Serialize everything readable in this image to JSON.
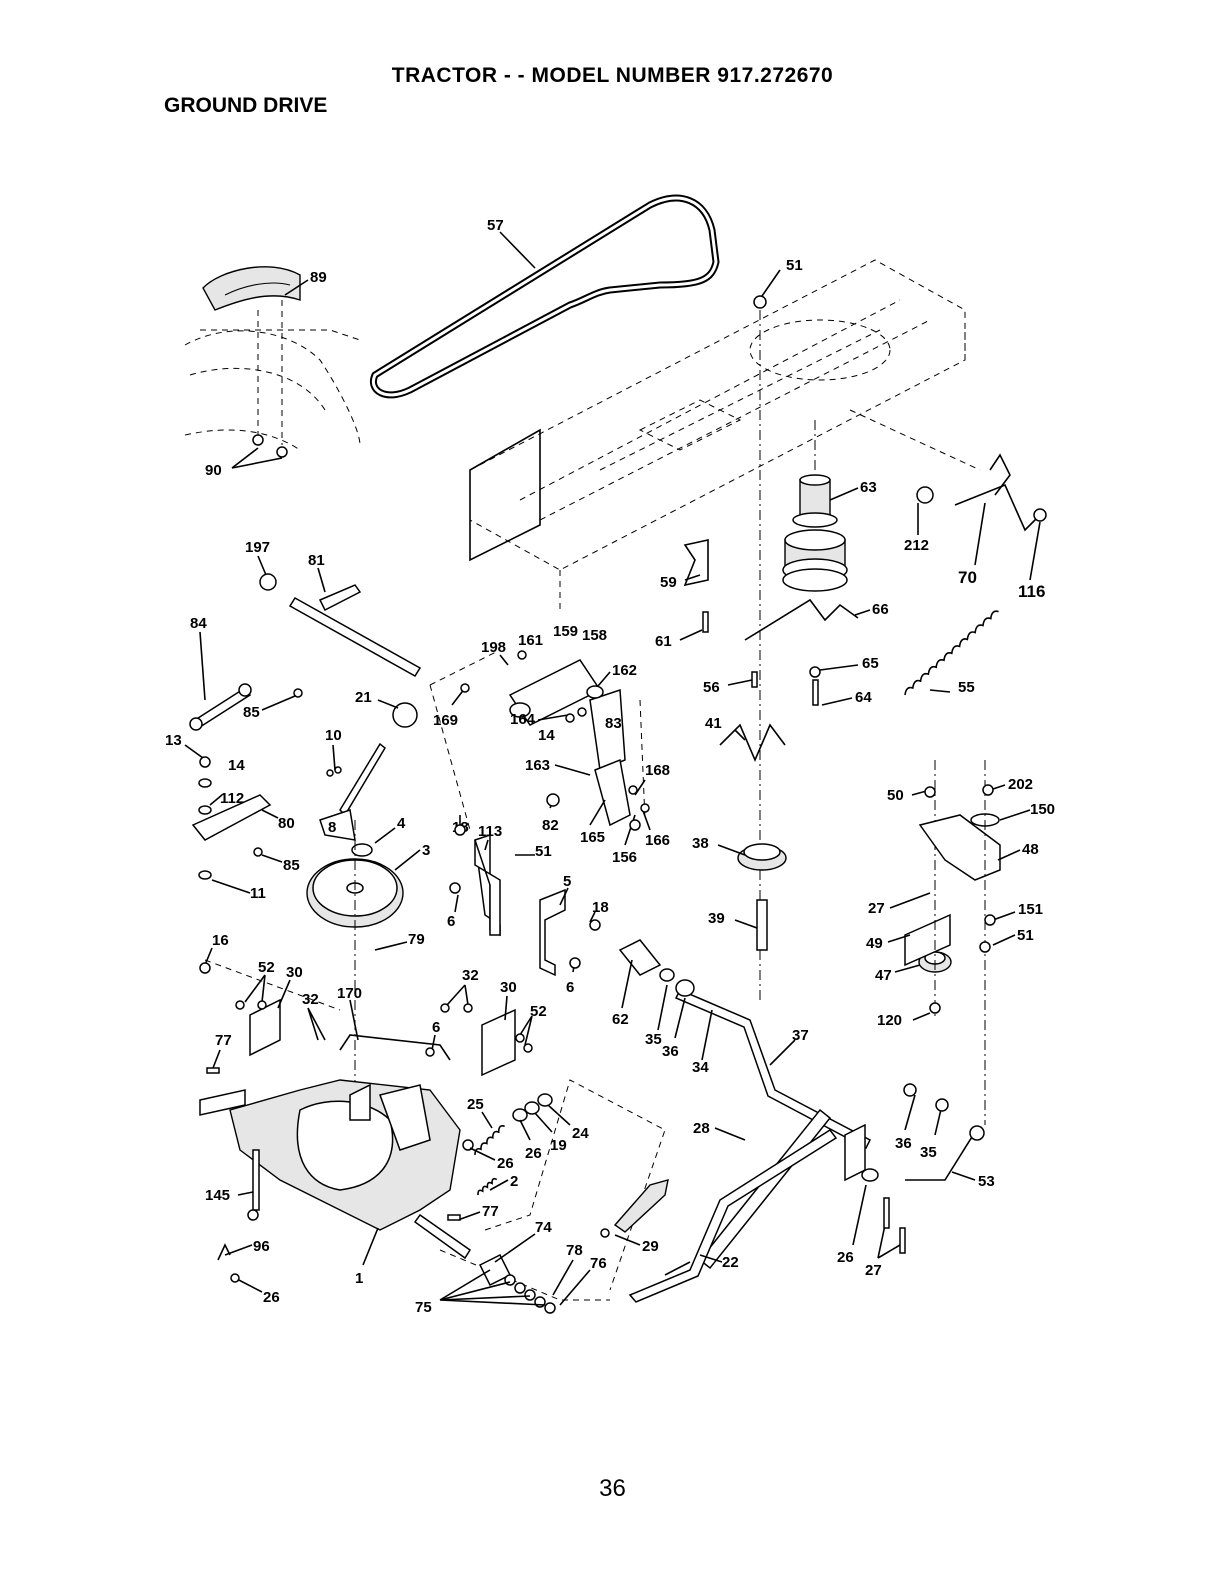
{
  "header": {
    "title": "TRACTOR - - MODEL NUMBER  917.272670",
    "section": "GROUND DRIVE"
  },
  "page_number": "36",
  "callouts": [
    {
      "id": "c57",
      "text": "57"
    },
    {
      "id": "c51a",
      "text": "51"
    },
    {
      "id": "c89",
      "text": "89"
    },
    {
      "id": "c90",
      "text": "90"
    },
    {
      "id": "c63",
      "text": "63"
    },
    {
      "id": "c212",
      "text": "212"
    },
    {
      "id": "c70",
      "text": "70"
    },
    {
      "id": "c116",
      "text": "116"
    },
    {
      "id": "c197",
      "text": "197"
    },
    {
      "id": "c81",
      "text": "81"
    },
    {
      "id": "c84",
      "text": "84"
    },
    {
      "id": "c59",
      "text": "59"
    },
    {
      "id": "c66",
      "text": "66"
    },
    {
      "id": "c61",
      "text": "61"
    },
    {
      "id": "c65",
      "text": "65"
    },
    {
      "id": "c55",
      "text": "55"
    },
    {
      "id": "c56",
      "text": "56"
    },
    {
      "id": "c64",
      "text": "64"
    },
    {
      "id": "c198",
      "text": "198"
    },
    {
      "id": "c161",
      "text": "161"
    },
    {
      "id": "c159",
      "text": "159"
    },
    {
      "id": "c158",
      "text": "158"
    },
    {
      "id": "c162",
      "text": "162"
    },
    {
      "id": "c85a",
      "text": "85"
    },
    {
      "id": "c21",
      "text": "21"
    },
    {
      "id": "c169",
      "text": "169"
    },
    {
      "id": "c164",
      "text": "164"
    },
    {
      "id": "c83",
      "text": "83"
    },
    {
      "id": "c14b",
      "text": "14"
    },
    {
      "id": "c41",
      "text": "41"
    },
    {
      "id": "c13",
      "text": "13"
    },
    {
      "id": "c14",
      "text": "14"
    },
    {
      "id": "c10",
      "text": "10"
    },
    {
      "id": "c163",
      "text": "163"
    },
    {
      "id": "c168",
      "text": "168"
    },
    {
      "id": "c202",
      "text": "202"
    },
    {
      "id": "c112",
      "text": "112"
    },
    {
      "id": "c50",
      "text": "50"
    },
    {
      "id": "c150",
      "text": "150"
    },
    {
      "id": "c80",
      "text": "80"
    },
    {
      "id": "c8",
      "text": "8"
    },
    {
      "id": "c4",
      "text": "4"
    },
    {
      "id": "c18a",
      "text": "18"
    },
    {
      "id": "c113",
      "text": "113"
    },
    {
      "id": "c82",
      "text": "82"
    },
    {
      "id": "c165",
      "text": "165"
    },
    {
      "id": "c166",
      "text": "166"
    },
    {
      "id": "c156",
      "text": "156"
    },
    {
      "id": "c48",
      "text": "48"
    },
    {
      "id": "c38",
      "text": "38"
    },
    {
      "id": "c85b",
      "text": "85"
    },
    {
      "id": "c3",
      "text": "3"
    },
    {
      "id": "c51b",
      "text": "51"
    },
    {
      "id": "c11",
      "text": "11"
    },
    {
      "id": "c5",
      "text": "5"
    },
    {
      "id": "c18b",
      "text": "18"
    },
    {
      "id": "c6a",
      "text": "6"
    },
    {
      "id": "c27a",
      "text": "27"
    },
    {
      "id": "c151",
      "text": "151"
    },
    {
      "id": "c39",
      "text": "39"
    },
    {
      "id": "c51c",
      "text": "51"
    },
    {
      "id": "c49",
      "text": "49"
    },
    {
      "id": "c16",
      "text": "16"
    },
    {
      "id": "c79",
      "text": "79"
    },
    {
      "id": "c47",
      "text": "47"
    },
    {
      "id": "c52a",
      "text": "52"
    },
    {
      "id": "c30a",
      "text": "30"
    },
    {
      "id": "c32a",
      "text": "32"
    },
    {
      "id": "c6b",
      "text": "6"
    },
    {
      "id": "c30b",
      "text": "30"
    },
    {
      "id": "c32b",
      "text": "32"
    },
    {
      "id": "c170",
      "text": "170"
    },
    {
      "id": "c52b",
      "text": "52"
    },
    {
      "id": "c62",
      "text": "62"
    },
    {
      "id": "c35a",
      "text": "35"
    },
    {
      "id": "c36a",
      "text": "36"
    },
    {
      "id": "c120",
      "text": "120"
    },
    {
      "id": "c6c",
      "text": "6"
    },
    {
      "id": "c37",
      "text": "37"
    },
    {
      "id": "c77a",
      "text": "77"
    },
    {
      "id": "c34",
      "text": "34"
    },
    {
      "id": "c25",
      "text": "25"
    },
    {
      "id": "c24",
      "text": "24"
    },
    {
      "id": "c26a",
      "text": "26"
    },
    {
      "id": "c19",
      "text": "19"
    },
    {
      "id": "c28",
      "text": "28"
    },
    {
      "id": "c36b",
      "text": "36"
    },
    {
      "id": "c35b",
      "text": "35"
    },
    {
      "id": "c26b",
      "text": "26"
    },
    {
      "id": "c2",
      "text": "2"
    },
    {
      "id": "c53",
      "text": "53"
    },
    {
      "id": "c145",
      "text": "145"
    },
    {
      "id": "c77b",
      "text": "77"
    },
    {
      "id": "c74",
      "text": "74"
    },
    {
      "id": "c96",
      "text": "96"
    },
    {
      "id": "c29",
      "text": "29"
    },
    {
      "id": "c78",
      "text": "78"
    },
    {
      "id": "c22",
      "text": "22"
    },
    {
      "id": "c76",
      "text": "76"
    },
    {
      "id": "c26c",
      "text": "26"
    },
    {
      "id": "c27b",
      "text": "27"
    },
    {
      "id": "c1",
      "text": "1"
    },
    {
      "id": "c26d",
      "text": "26"
    },
    {
      "id": "c75",
      "text": "75"
    }
  ]
}
